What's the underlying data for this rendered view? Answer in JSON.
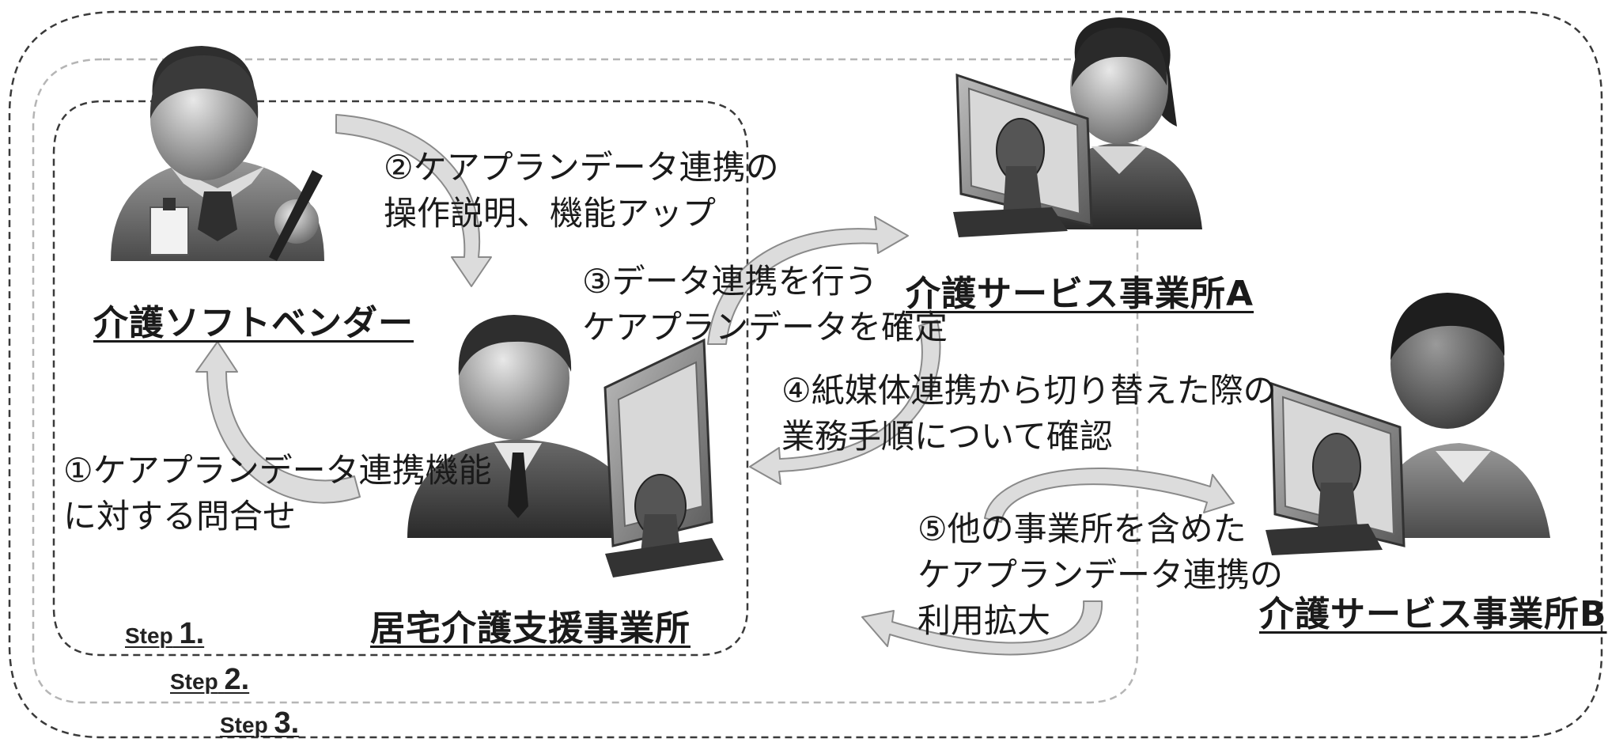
{
  "entities": {
    "vendor": "介護ソフトベンダー",
    "home_care_office": "居宅介護支援事業所",
    "service_office_a": "介護サービス事業所A",
    "service_office_b": "介護サービス事業所B"
  },
  "steps": {
    "s1": [
      "①ケアプランデータ連携機能",
      "に対する問合せ"
    ],
    "s2": [
      "②ケアプランデータ連携の",
      "操作説明、機能アップ"
    ],
    "s3": [
      "③データ連携を行う",
      "ケアプランデータを確定"
    ],
    "s4": [
      "④紙媒体連携から切り替えた際の",
      "業務手順について確認"
    ],
    "s5": [
      "⑤他の事業所を含めた",
      "ケアプランデータ連携の",
      "利用拡大"
    ]
  },
  "phases": [
    {
      "label": "Step",
      "num": "1."
    },
    {
      "label": "Step",
      "num": "2."
    },
    {
      "label": "Step",
      "num": "3."
    }
  ],
  "colors": {
    "boundary_dark": "#3a3a3a",
    "boundary_light": "#b5b5b5",
    "arrow_fill": "#dcdcdc",
    "arrow_stroke": "#8a8a8a"
  },
  "icons": [
    "vendor-person-icon",
    "home-care-staff-computer-icon",
    "service-staff-a-computer-icon",
    "service-staff-b-computer-icon"
  ]
}
